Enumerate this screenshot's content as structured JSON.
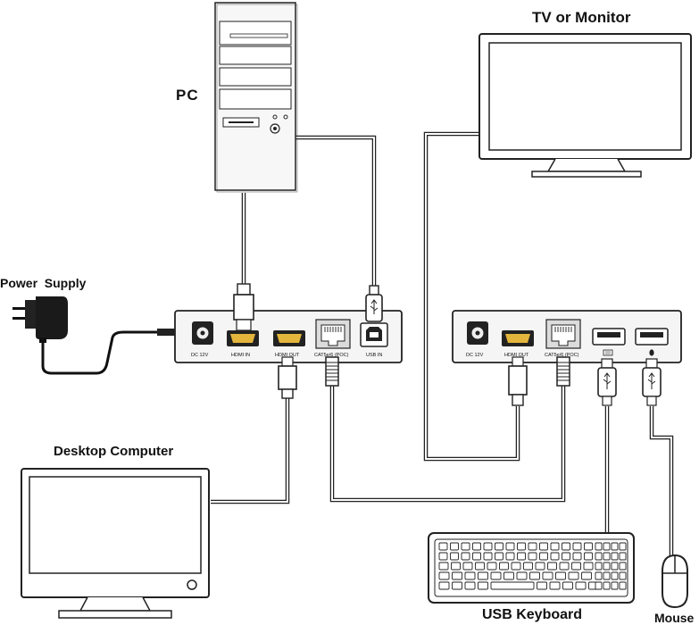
{
  "labels": {
    "tv": "TV or Monitor",
    "pc": "PC",
    "power_supply": "Power  Supply",
    "desktop": "Desktop Computer",
    "keyboard": "USB Keyboard",
    "mouse": "Mouse"
  },
  "transmitter_ports": {
    "dc": "DC 12V",
    "hdmi_in": "HDMI IN",
    "hdmi_out": "HDMI OUT",
    "cat": "CAT5e/6 (POC)",
    "usb_in": "USB IN"
  },
  "receiver_ports": {
    "dc": "DC 12V",
    "hdmi_out": "HDMI OUT",
    "cat": "CAT5e/6 (POC)"
  },
  "colors": {
    "hdmi_port": "#e3b53c",
    "device_fill": "#f5f5f5",
    "line": "#222222"
  }
}
